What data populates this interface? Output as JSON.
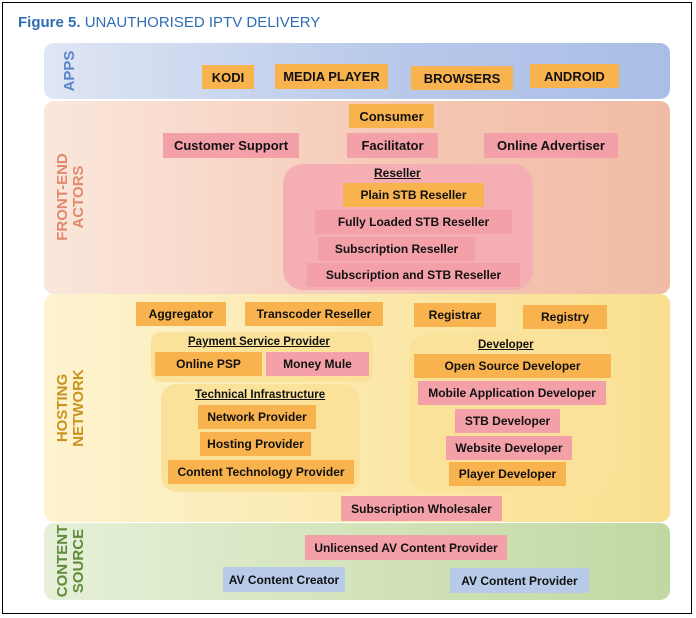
{
  "figure": {
    "label": "Figure 5.",
    "title": "UNAUTHORISED IPTV DELIVERY"
  },
  "bands": {
    "apps": [
      "APPS"
    ],
    "front_end": [
      "FRONT-END",
      "ACTORS"
    ],
    "hosting": [
      "HOSTING",
      "NETWORK"
    ],
    "content": [
      "CONTENT",
      "SOURCE"
    ]
  },
  "apps": [
    "KODI",
    "MEDIA PLAYER",
    "BROWSERS",
    "ANDROID"
  ],
  "front_end": {
    "consumer": "Consumer",
    "customer_support": "Customer Support",
    "facilitator": "Facilitator",
    "online_advertiser": "Online Advertiser",
    "reseller": {
      "title": "Reseller",
      "items": [
        "Plain STB Reseller",
        "Fully Loaded STB Reseller",
        "Subscription Reseller",
        "Subscription and STB Reseller"
      ]
    }
  },
  "hosting": {
    "aggregator": "Aggregator",
    "transcoder_reseller": "Transcoder Reseller",
    "registrar": "Registrar",
    "registry": "Registry",
    "payment": {
      "title": "Payment Service Provider",
      "items": [
        "Online PSP",
        "Money Mule"
      ]
    },
    "technical": {
      "title": "Technical Infrastructure",
      "items": [
        "Network Provider",
        "Hosting Provider",
        "Content Technology Provider"
      ]
    },
    "developer": {
      "title": "Developer",
      "items": [
        "Open Source Developer",
        "Mobile Application Developer",
        "STB Developer",
        "Website Developer",
        "Player Developer"
      ]
    },
    "subscription_wholesaler": "Subscription Wholesaler"
  },
  "content_source": {
    "unlicensed_provider": "Unlicensed AV Content Provider",
    "creator": "AV Content Creator",
    "provider": "AV Content Provider"
  },
  "colors": {
    "title_blue": "#2f6db5",
    "orange_box": "#f8b24e",
    "pink_box": "#f3a0a8",
    "blue_box": "#b7cbe9"
  }
}
